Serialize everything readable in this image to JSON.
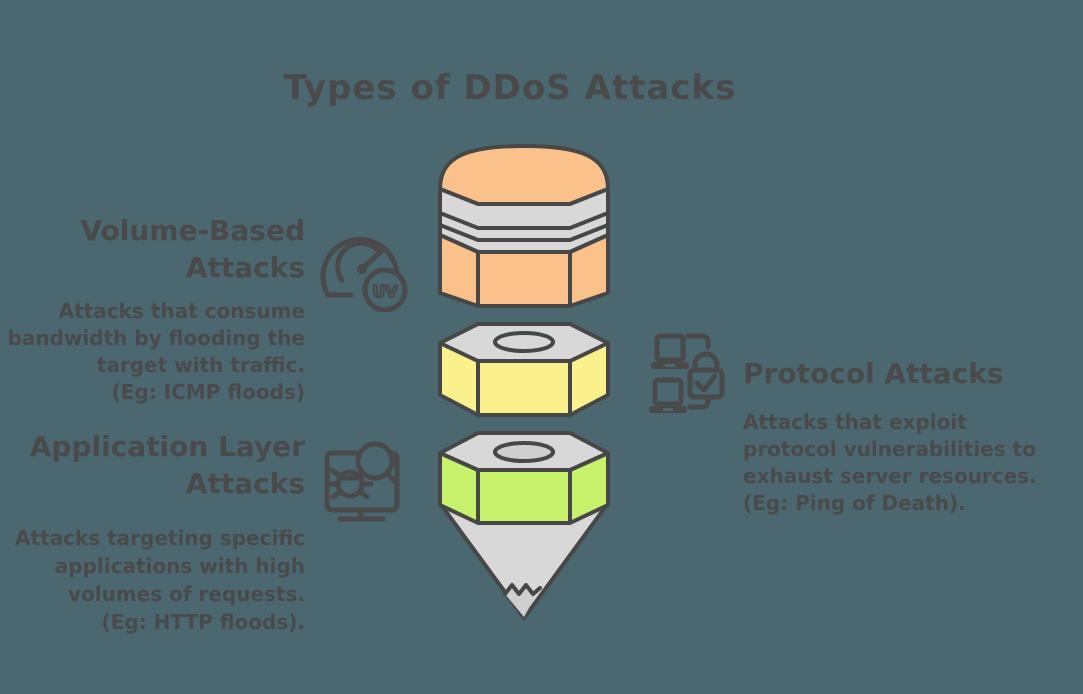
{
  "canvas": {
    "bg": "#4B6770",
    "ink": "#4A4A4A",
    "outline": "#474747"
  },
  "title": "Types of DDoS Attacks",
  "pencil": {
    "eraser_color": "#FBC18A",
    "ferrule_color": "#D8D8D8",
    "body_color": "#FBC18A",
    "nut_protocol_color": "#FAF08C",
    "nut_application_color": "#C8F26B",
    "tip_color": "#D8D8D8",
    "hole_color": "#D8D8D8",
    "graphite_color": "#CFCFCF"
  },
  "sections": [
    {
      "id": "volume-based",
      "heading": "Volume-Based\nAttacks",
      "description": "Attacks that consume\nbandwidth by flooding the\ntarget with traffic.\n(Eg: ICMP floods)",
      "icon": "gauge-uv-icon",
      "badge_text": "UV"
    },
    {
      "id": "protocol",
      "heading": "Protocol Attacks",
      "description": "Attacks that exploit\nprotocol vulnerabilities to\nexhaust server resources.\n(Eg: Ping of Death).",
      "icon": "laptops-lock-icon"
    },
    {
      "id": "application-layer",
      "heading": "Application Layer\nAttacks",
      "description": "Attacks targeting specific\napplications with high\nvolumes of requests.\n(Eg: HTTP floods).",
      "icon": "monitor-bug-search-icon"
    }
  ]
}
